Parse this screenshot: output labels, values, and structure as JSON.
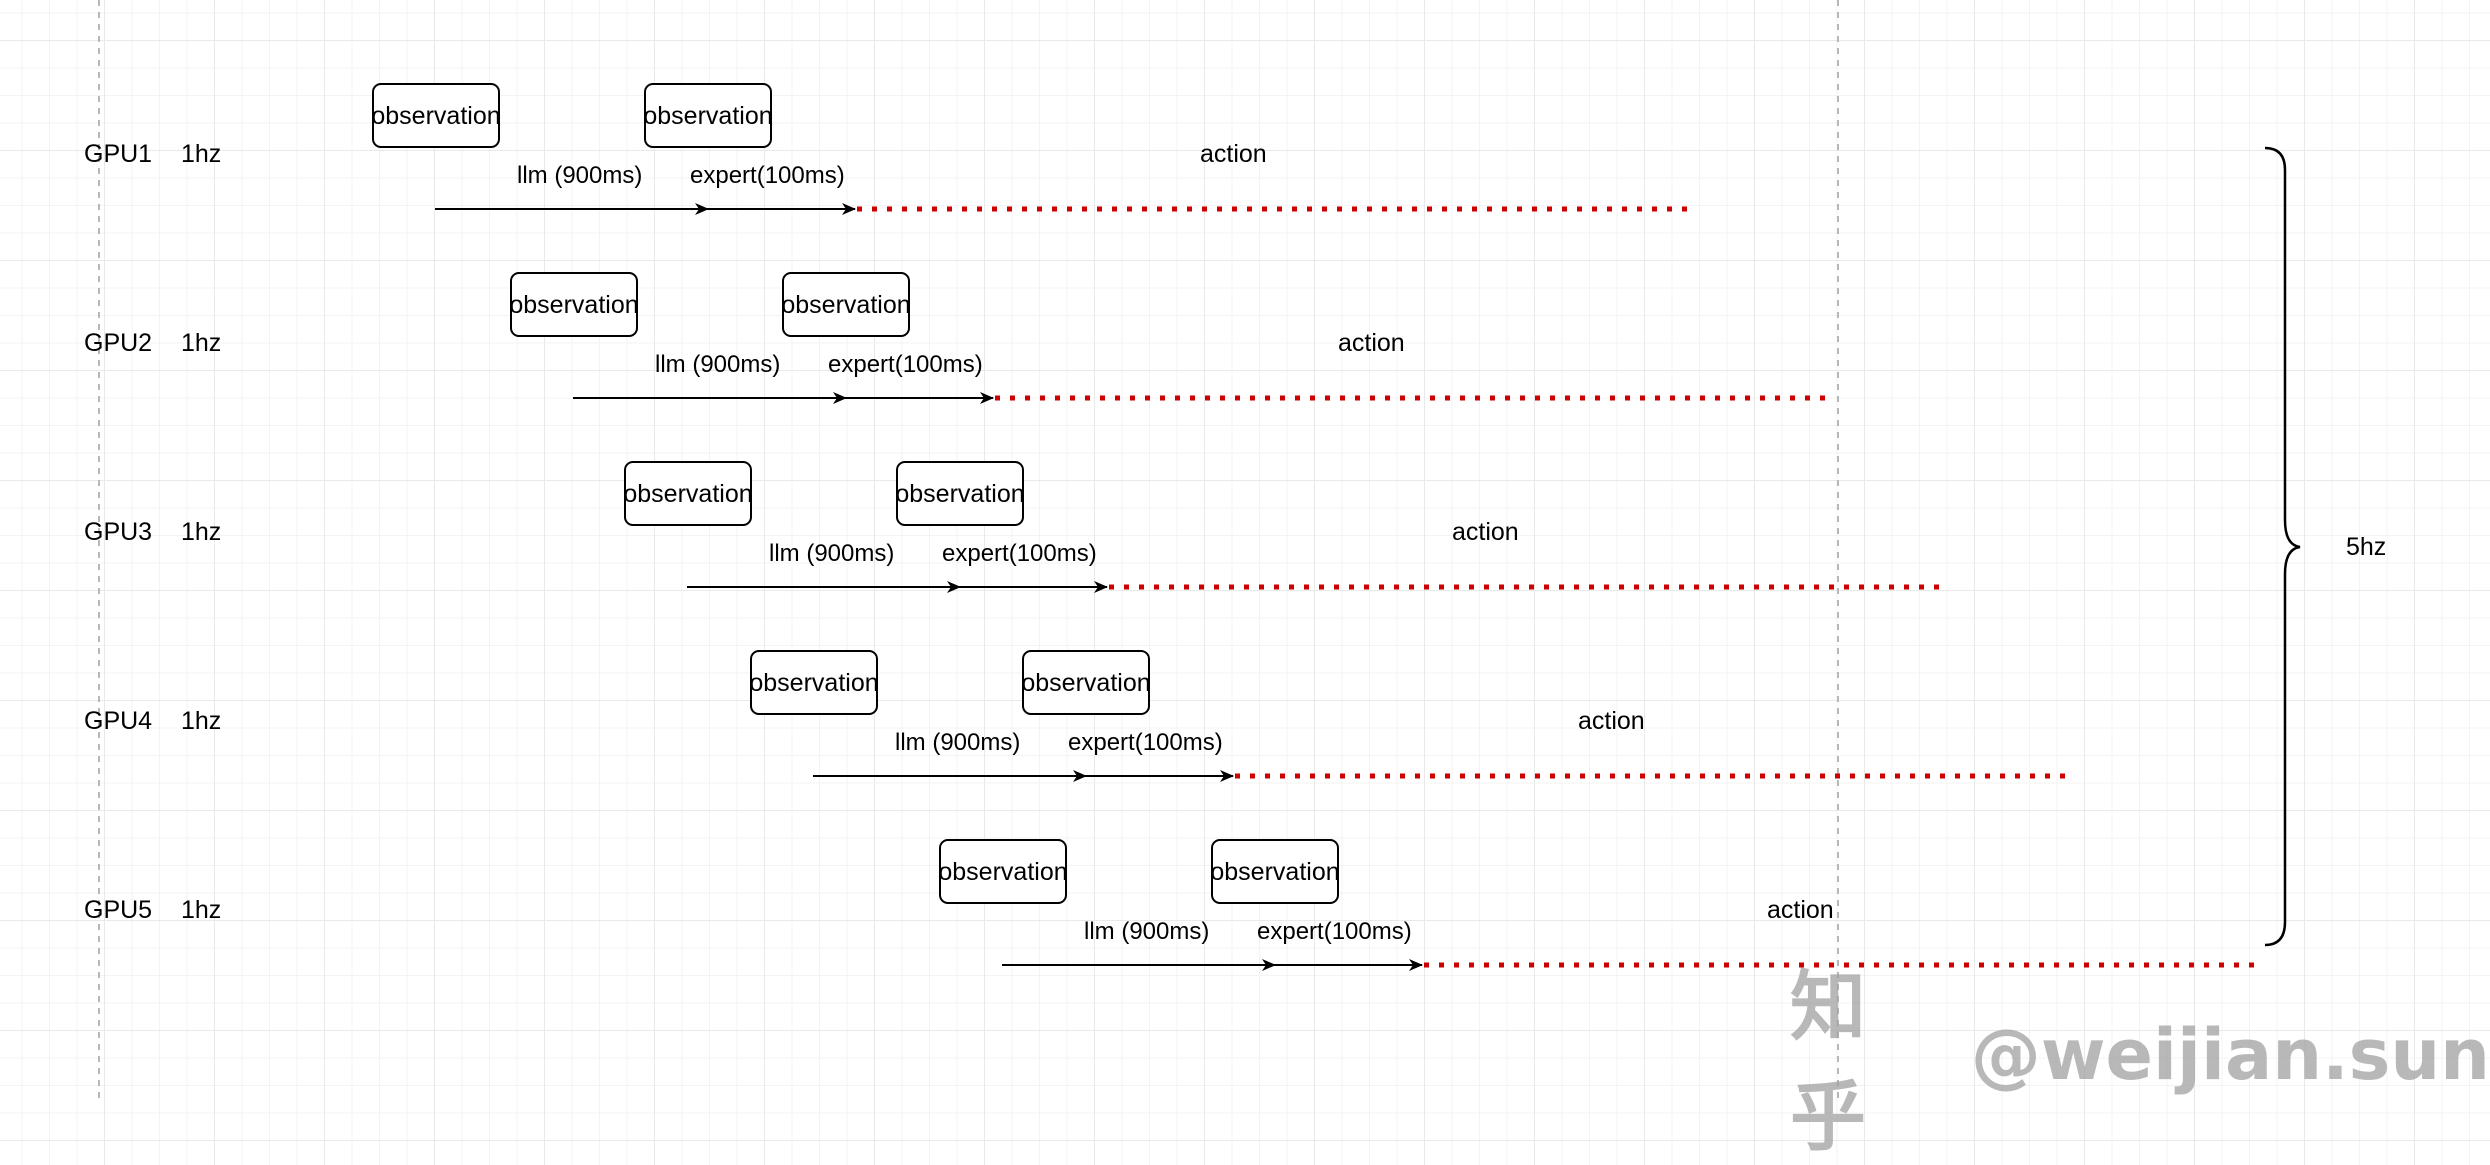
{
  "rows": [
    {
      "gpu": "GPU1",
      "rate": "1hz",
      "obs1": "observation",
      "obs2": "observation",
      "llm": "llm (900ms)",
      "expert": "expert(100ms)",
      "action": "action"
    },
    {
      "gpu": "GPU2",
      "rate": "1hz",
      "obs1": "observation",
      "obs2": "observation",
      "llm": "llm (900ms)",
      "expert": "expert(100ms)",
      "action": "action"
    },
    {
      "gpu": "GPU3",
      "rate": "1hz",
      "obs1": "observation",
      "obs2": "observation",
      "llm": "llm (900ms)",
      "expert": "expert(100ms)",
      "action": "action"
    },
    {
      "gpu": "GPU4",
      "rate": "1hz",
      "obs1": "observation",
      "obs2": "observation",
      "llm": "llm (900ms)",
      "expert": "expert(100ms)",
      "action": "action"
    },
    {
      "gpu": "GPU5",
      "rate": "1hz",
      "obs1": "observation",
      "obs2": "observation",
      "llm": "llm (900ms)",
      "expert": "expert(100ms)",
      "action": "action"
    }
  ],
  "combined_rate": "5hz",
  "watermark": {
    "logo": "知乎",
    "handle": "@weijian.sun"
  },
  "colors": {
    "action_dotted": "#cc0000",
    "arrow": "#000000",
    "box_border": "#000000"
  }
}
